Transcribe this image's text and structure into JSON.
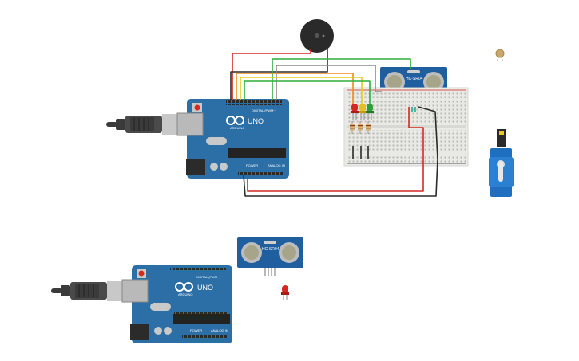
{
  "boards": {
    "board1": {
      "model_label": "UNO",
      "brand_label": "ARDUINO",
      "digital_label": "DIGITAL (PWM~)",
      "power_label": "POWER",
      "analog_label": "ANALOG IN"
    },
    "board2": {
      "model_label": "UNO",
      "brand_label": "ARDUINO",
      "digital_label": "DIGITAL (PWM~)",
      "power_label": "POWER",
      "analog_label": "ANALOG IN"
    }
  },
  "sensors": {
    "sensor1": {
      "label": "HC-SR04"
    },
    "sensor2": {
      "label": "HC-SR04"
    }
  },
  "colors": {
    "board": "#2b6fa6",
    "board_dark": "#1f5a8c",
    "sensor": "#1f5fa0",
    "wire_red": "#d42a22",
    "wire_black": "#2b2b2b",
    "wire_green": "#2fae3c",
    "wire_yellow": "#e6cc1c",
    "wire_orange": "#f08a1c",
    "wire_gray": "#8a8a8a",
    "wire_blue_green": "#2aa6a0",
    "led_red": "#d4281e",
    "led_yellow": "#e3c21a",
    "led_green": "#2f9e36",
    "breadboard": "#e9e9e6",
    "servo": "#1f6fc0",
    "usb_cable": "#3a3a3a"
  }
}
